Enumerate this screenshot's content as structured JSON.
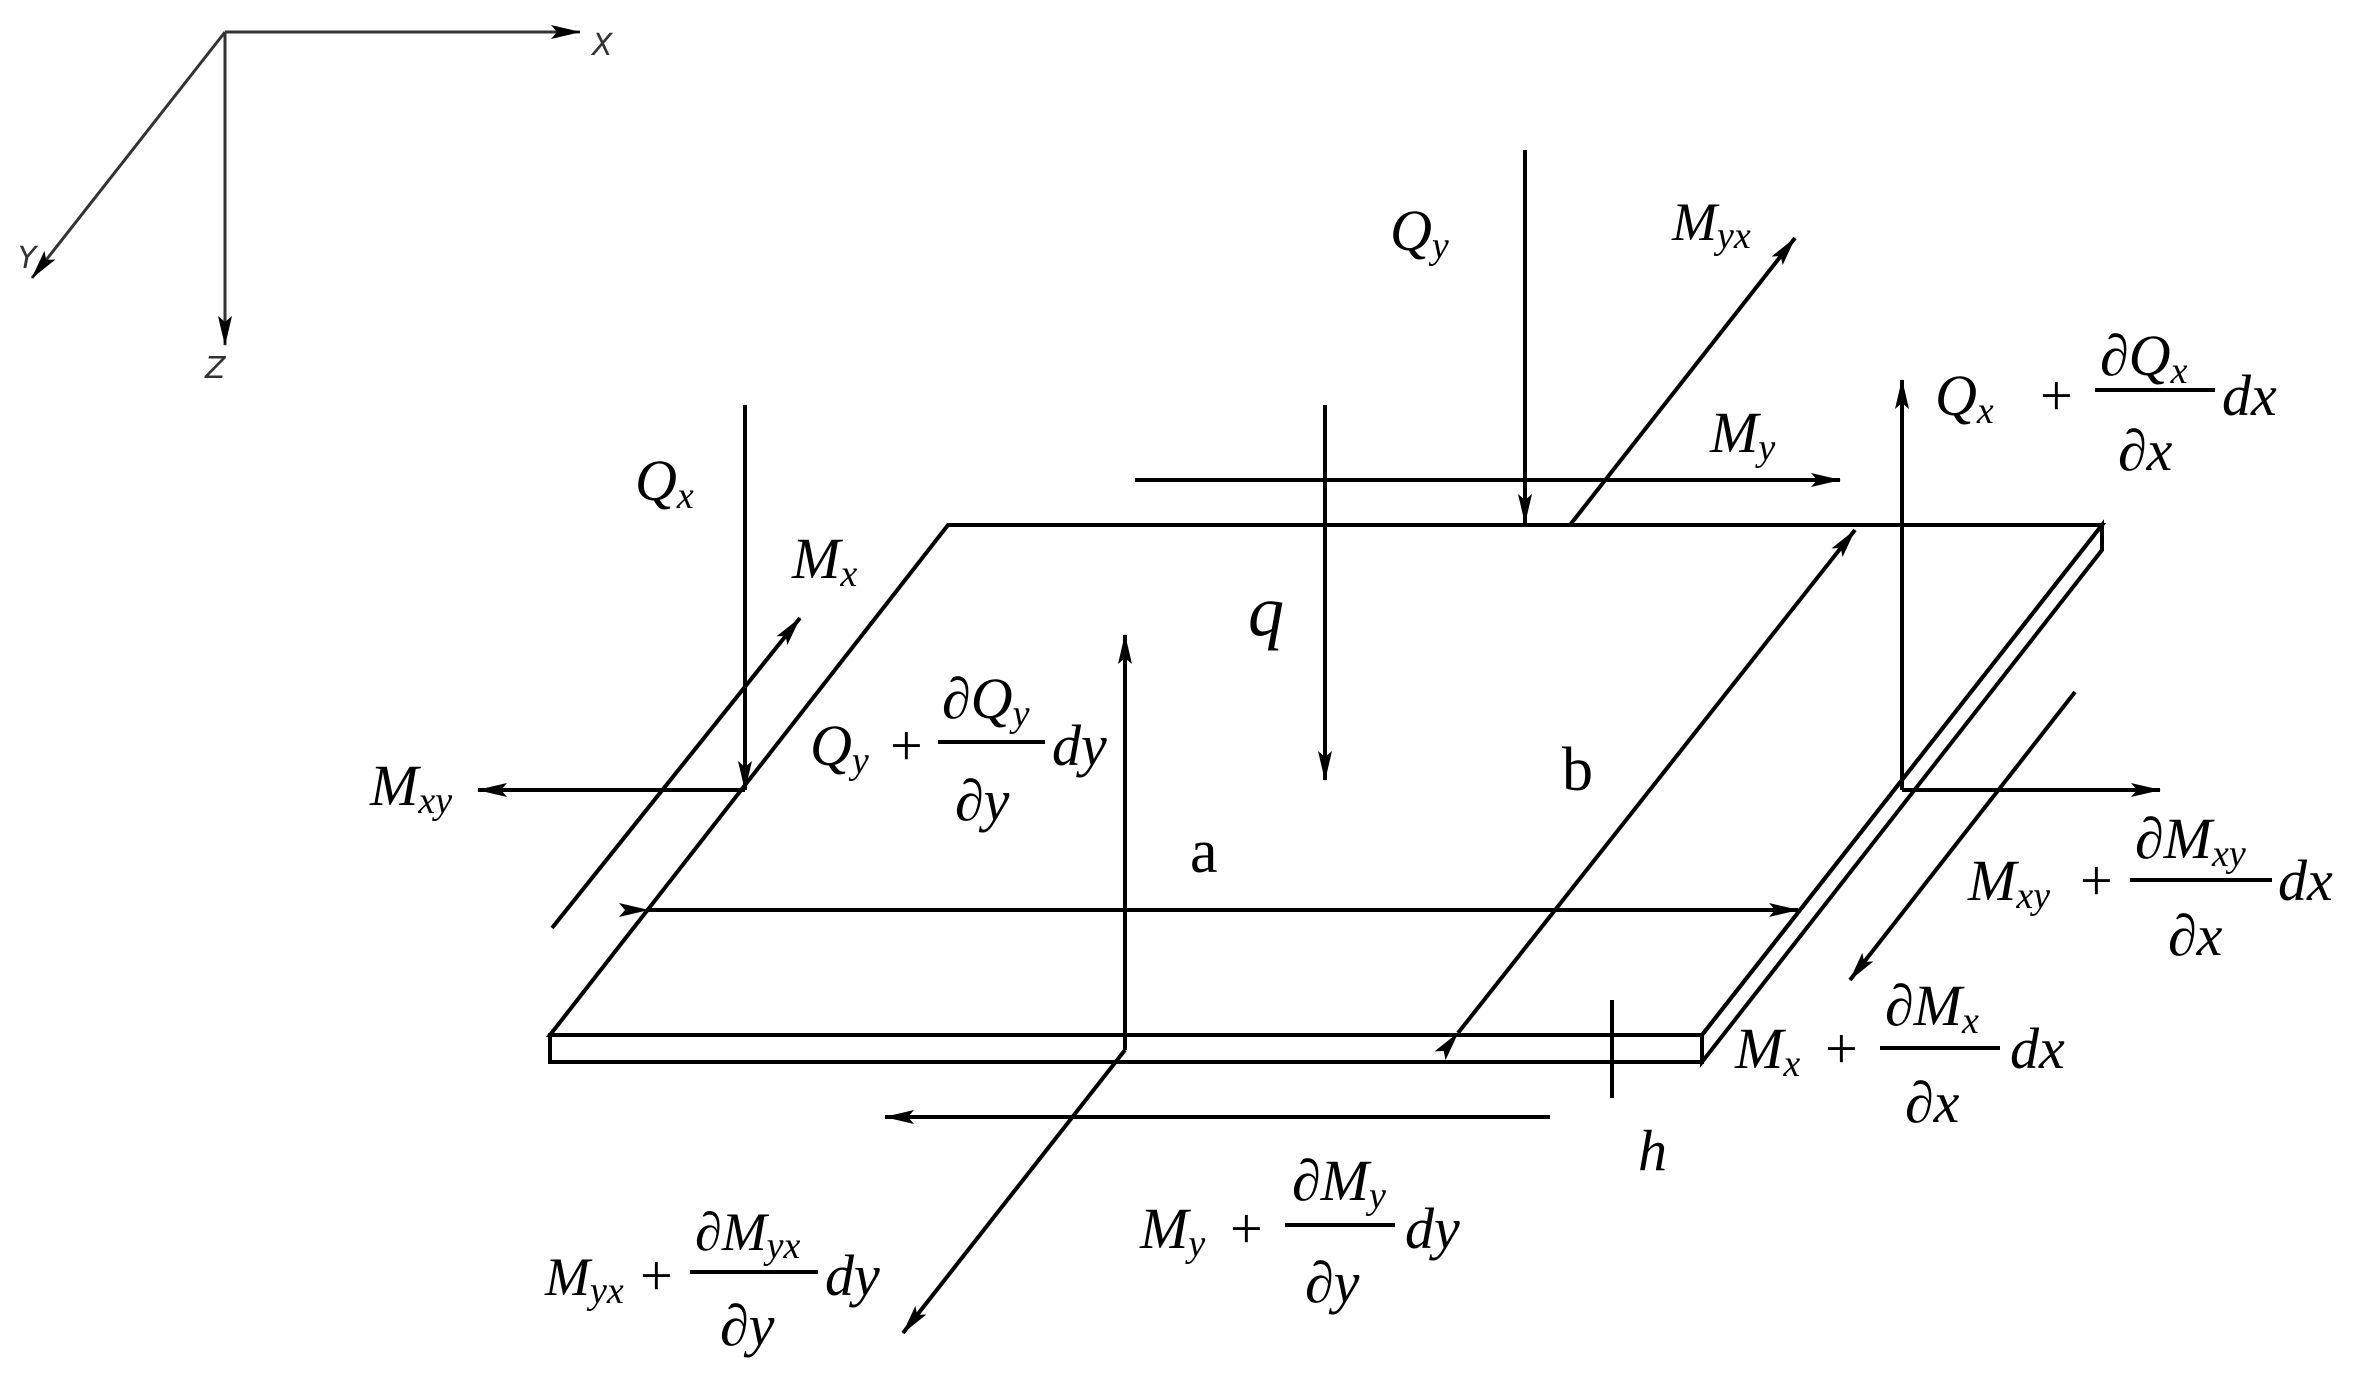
{
  "axes": {
    "x": "X",
    "y": "Y",
    "z": "Z"
  },
  "dims": {
    "a": "a",
    "b": "b",
    "h": "h"
  },
  "load": {
    "q": "q"
  },
  "plus": "+",
  "partial": "∂",
  "labels": {
    "qx": {
      "main": "Q",
      "sub": "x"
    },
    "qy": {
      "main": "Q",
      "sub": "y"
    },
    "mx": {
      "main": "M",
      "sub": "x"
    },
    "my": {
      "main": "M",
      "sub": "y"
    },
    "mxy": {
      "main": "M",
      "sub": "xy"
    },
    "myx": {
      "main": "M",
      "sub": "yx"
    }
  },
  "expressions": {
    "qx_dx": {
      "main": "Q",
      "sub": "x",
      "num_main": "Q",
      "num_sub": "x",
      "den": "x",
      "tail": "dx"
    },
    "qy_dy": {
      "main": "Q",
      "sub": "y",
      "num_main": "Q",
      "num_sub": "y",
      "den": "y",
      "tail": "dy"
    },
    "mxy_dx": {
      "main": "M",
      "sub": "xy",
      "num_main": "M",
      "num_sub": "xy",
      "den": "x",
      "tail": "dx"
    },
    "mx_dx": {
      "main": "M",
      "sub": "x",
      "num_main": "M",
      "num_sub": "x",
      "den": "x",
      "tail": "dx"
    },
    "my_dy": {
      "main": "M",
      "sub": "y",
      "num_main": "M",
      "num_sub": "y",
      "den": "y",
      "tail": "dy"
    },
    "myx_dy": {
      "main": "M",
      "sub": "yx",
      "num_main": "M",
      "num_sub": "yx",
      "den": "y",
      "tail": "dy"
    }
  }
}
